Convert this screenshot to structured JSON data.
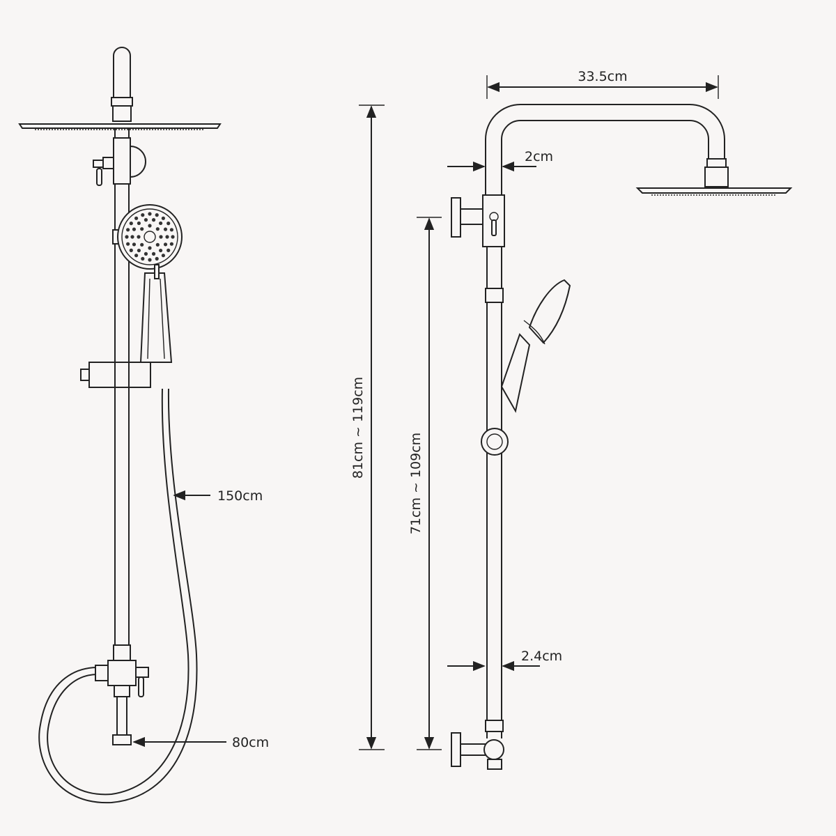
{
  "diagram": {
    "left_view": {
      "hose_length_label": "150cm",
      "pipe_label": "80cm"
    },
    "right_view": {
      "arm_length_label": "33.5cm",
      "upper_pipe_diameter_label": "2cm",
      "lower_pipe_diameter_label": "2.4cm",
      "total_height_label": "81cm ~ 119cm",
      "rail_height_label": "71cm ~ 109cm"
    },
    "colors": {
      "background": "#f8f6f5",
      "line": "#222222"
    }
  }
}
